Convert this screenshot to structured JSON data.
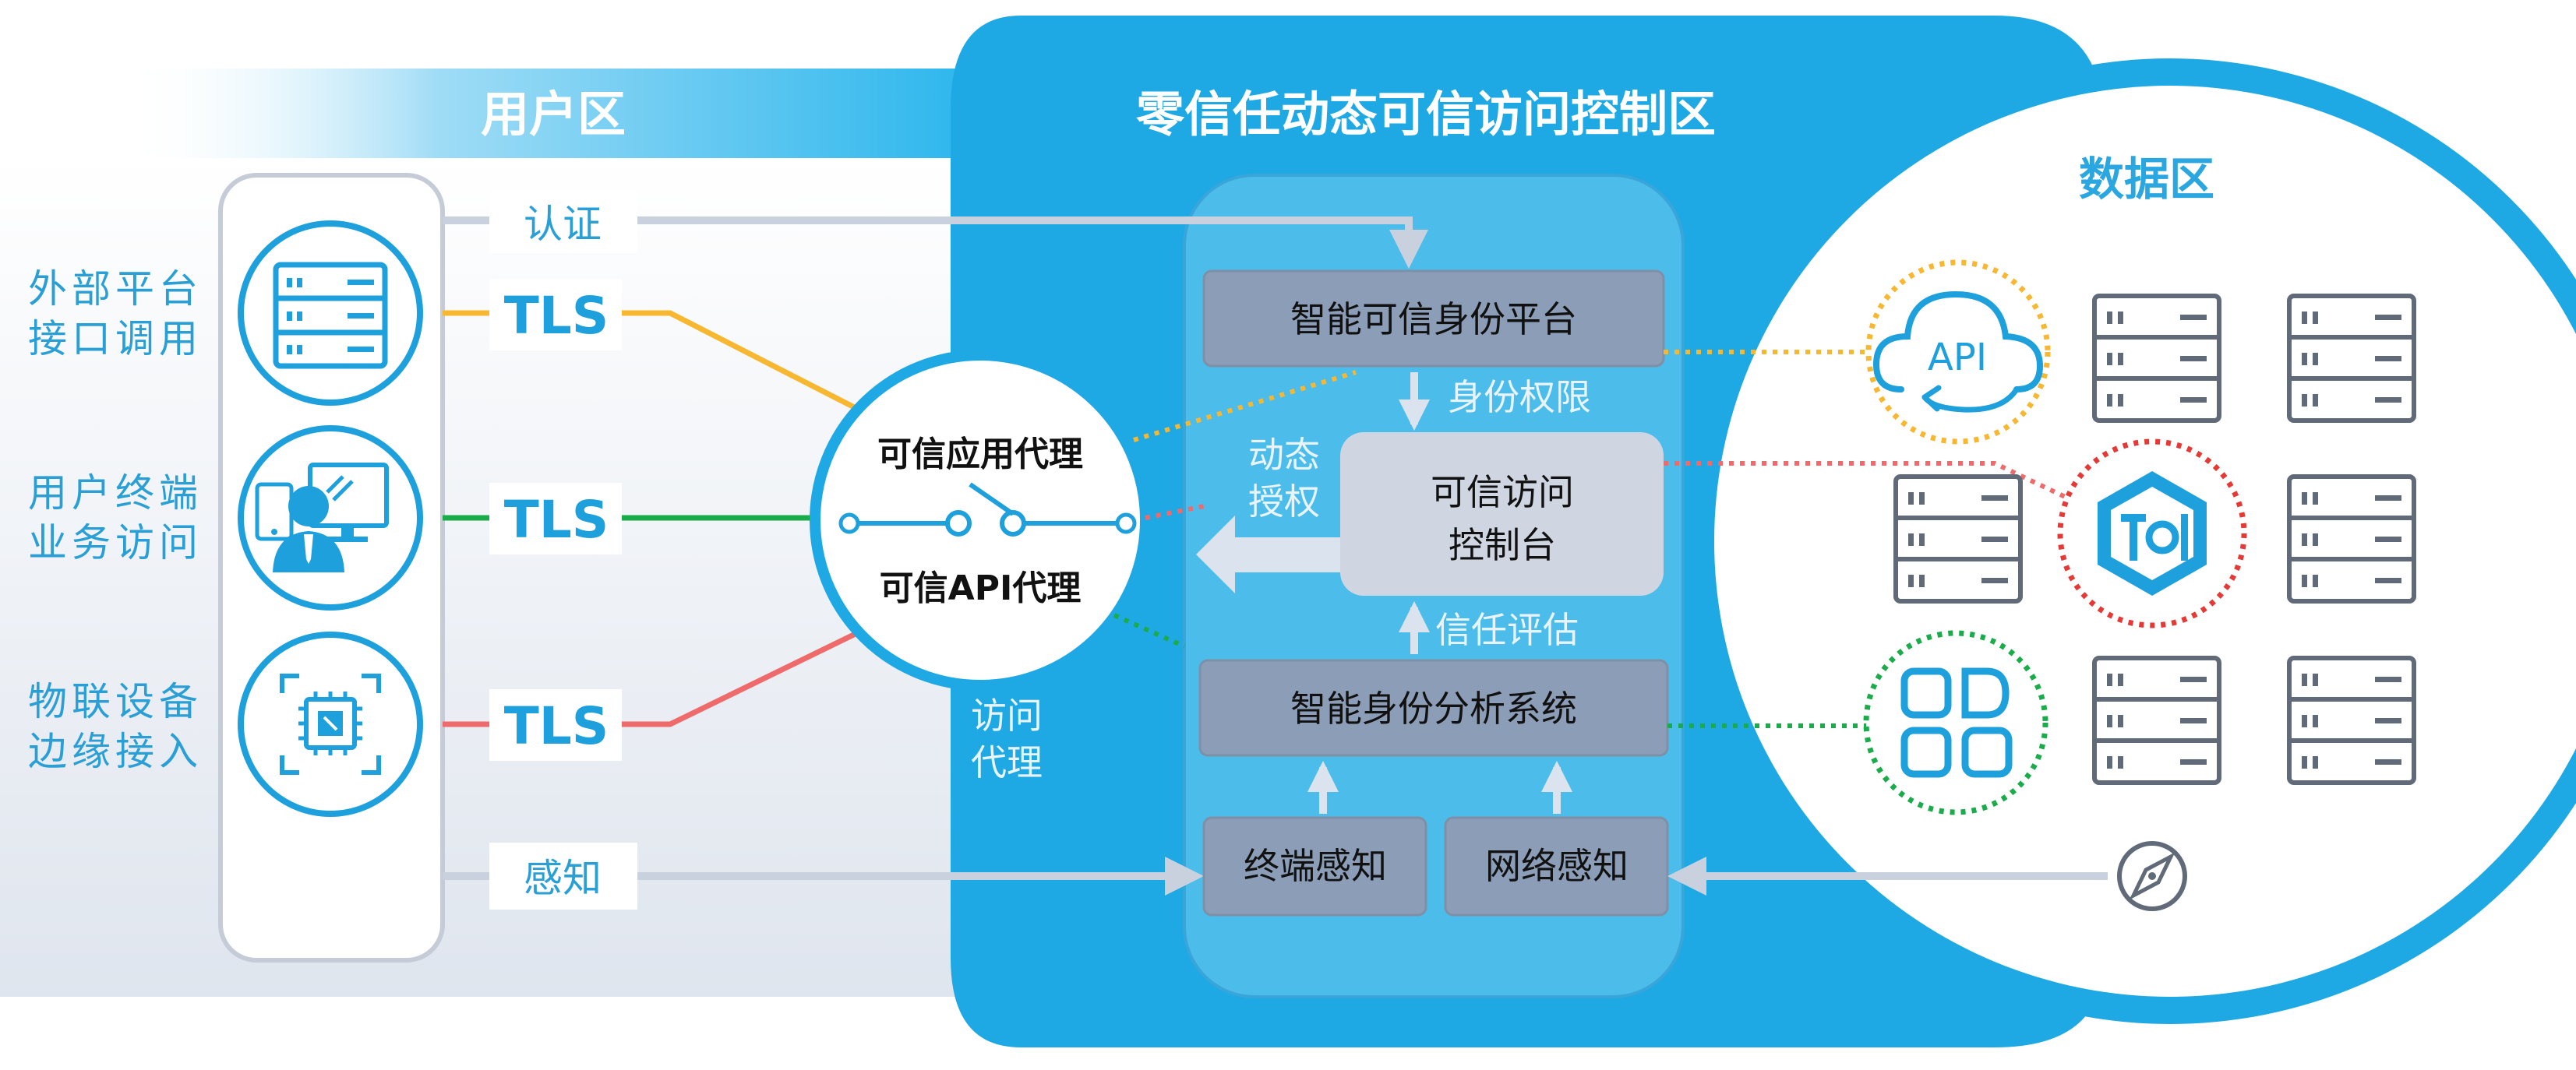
{
  "zones": {
    "user": "用户区",
    "zero_trust": "零信任动态可信访问控制区",
    "data": "数据区"
  },
  "sources": [
    {
      "line1": "外部平台",
      "line2": "接口调用",
      "icon": "server-icon",
      "protocol": "TLS",
      "color": "#f7b731"
    },
    {
      "line1": "用户终端",
      "line2": "业务访问",
      "icon": "user-terminal-icon",
      "protocol": "TLS",
      "color": "#1aab4a"
    },
    {
      "line1": "物联设备",
      "line2": "边缘接入",
      "icon": "chip-icon",
      "protocol": "TLS",
      "color": "#ef6a6a"
    }
  ],
  "arrows": {
    "auth": "认证",
    "sense": "感知"
  },
  "proxy": {
    "app": "可信应用代理",
    "api": "可信API代理",
    "caption_line1": "访问",
    "caption_line2": "代理"
  },
  "control": {
    "identity_platform": "智能可信身份平台",
    "identity_permission": "身份权限",
    "console_line1": "可信访问",
    "console_line2": "控制台",
    "dynamic_line1": "动态",
    "dynamic_line2": "授权",
    "trust_eval": "信任评估",
    "analysis": "智能身份分析系统",
    "terminal_sense": "终端感知",
    "network_sense": "网络感知"
  },
  "data_icons": {
    "api": "API"
  },
  "colors": {
    "zone_blue": "#1fa9e4",
    "inner_panel": "#4cbcea",
    "box_gray": "#8c9eb7",
    "console_light": "#cfd6e2",
    "yellow": "#f7b731",
    "green": "#1aab4a",
    "red": "#ef6a6a"
  }
}
